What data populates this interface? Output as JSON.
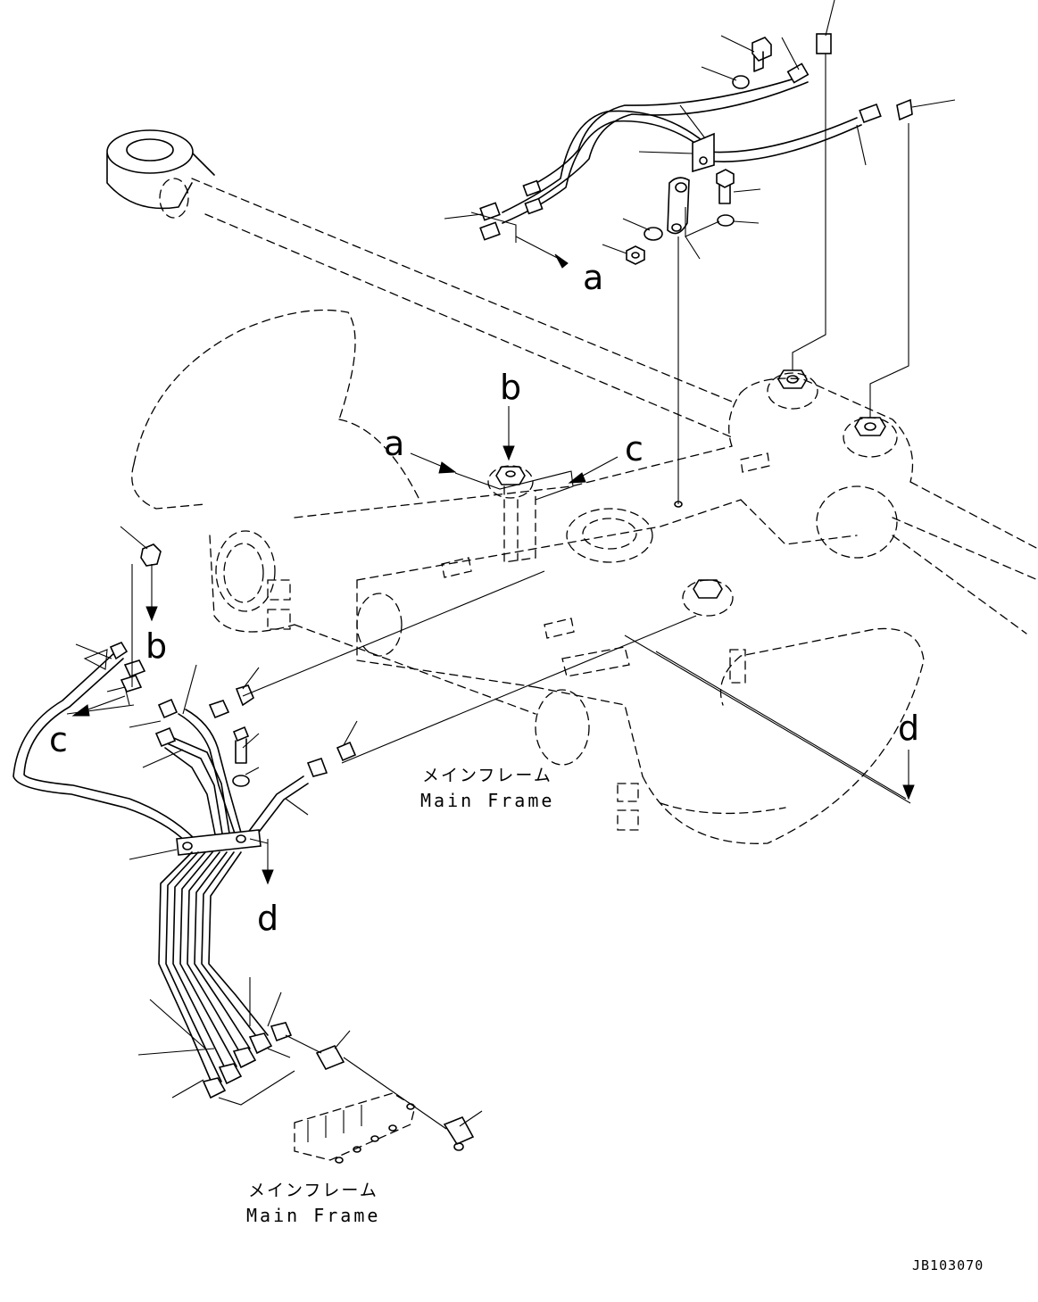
{
  "diagram": {
    "callouts": {
      "a_top": "a",
      "a_mid": "a",
      "b_mid": "b",
      "b_left": "b",
      "c_mid": "c",
      "c_left": "c",
      "d_right": "d",
      "d_left": "d"
    },
    "frame_labels": [
      {
        "jp": "メインフレーム",
        "en": "Main Frame"
      },
      {
        "jp": "メインフレーム",
        "en": "Main Frame"
      }
    ],
    "drawing_code": "JB103070"
  }
}
